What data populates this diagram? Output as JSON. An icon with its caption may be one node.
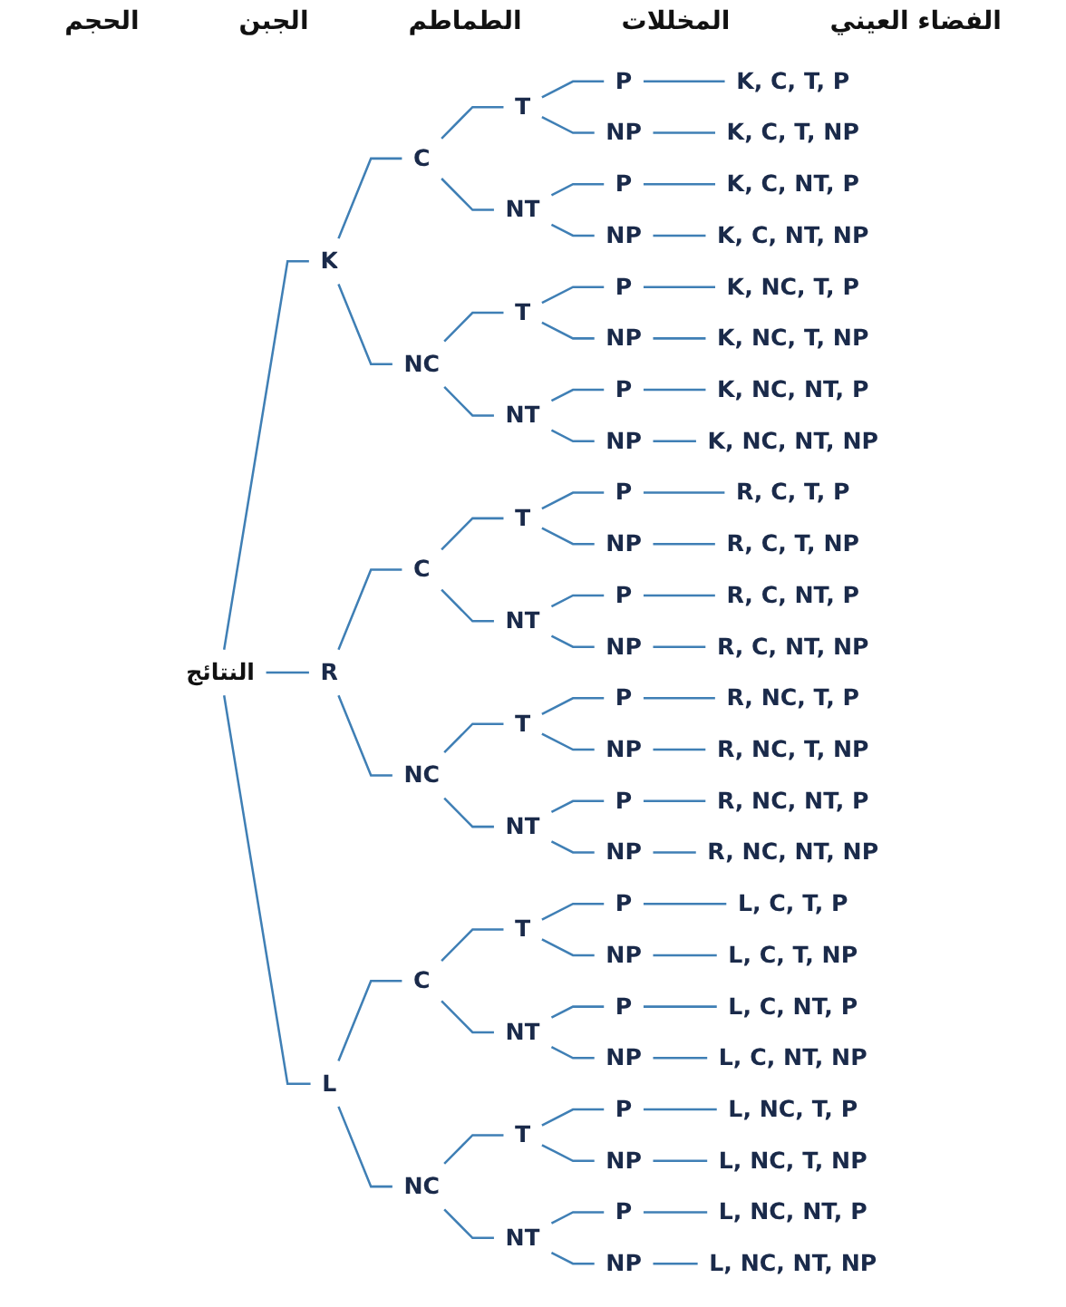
{
  "diagram": {
    "nodes": [
      {
        "text": [
          "النتائج"
        ]
      },
      {
        "text": [
          "K"
        ]
      },
      {
        "text": [
          "C"
        ]
      },
      {
        "text": [
          "T"
        ]
      },
      {
        "text": [
          "P"
        ]
      },
      {
        "text": [
          "K, C, T, P"
        ]
      },
      {
        "text": [
          "NP"
        ]
      },
      {
        "text": [
          "K, C, T, NP"
        ]
      },
      {
        "text": [
          "NT"
        ]
      },
      {
        "text": [
          "P"
        ]
      },
      {
        "text": [
          "K, C, NT, P"
        ]
      },
      {
        "text": [
          "NP"
        ]
      },
      {
        "text": [
          "K, C, NT, NP"
        ]
      },
      {
        "text": [
          "NC"
        ]
      },
      {
        "text": [
          "T"
        ]
      },
      {
        "text": [
          "P"
        ]
      },
      {
        "text": [
          "K, NC, T, P"
        ]
      },
      {
        "text": [
          "NP"
        ]
      },
      {
        "text": [
          "K, NC, T, NP"
        ]
      },
      {
        "text": [
          "NT"
        ]
      },
      {
        "text": [
          "P"
        ]
      },
      {
        "text": [
          "K, NC, NT, P"
        ]
      },
      {
        "text": [
          "NP"
        ]
      },
      {
        "text": [
          "K, NC, NT, NP"
        ]
      },
      {
        "text": [
          "R"
        ]
      },
      {
        "text": [
          "C"
        ]
      },
      {
        "text": [
          "T"
        ]
      },
      {
        "text": [
          "P"
        ]
      },
      {
        "text": [
          "R, C, T, P"
        ]
      },
      {
        "text": [
          "NP"
        ]
      },
      {
        "text": [
          "R, C, T, NP"
        ]
      },
      {
        "text": [
          "NT"
        ]
      },
      {
        "text": [
          "P"
        ]
      },
      {
        "text": [
          "R, C, NT, P"
        ]
      },
      {
        "text": [
          "NP"
        ]
      },
      {
        "text": [
          "R, C, NT, NP"
        ]
      },
      {
        "text": [
          "NC"
        ]
      },
      {
        "text": [
          "T"
        ]
      },
      {
        "text": [
          "P"
        ]
      },
      {
        "text": [
          "R, NC, T, P"
        ]
      },
      {
        "text": [
          "NP"
        ]
      },
      {
        "text": [
          "R, NC, T, NP"
        ]
      },
      {
        "text": [
          "NT"
        ]
      },
      {
        "text": [
          "P"
        ]
      },
      {
        "text": [
          "R, NC, NT, P"
        ]
      },
      {
        "text": [
          "NP"
        ]
      },
      {
        "text": [
          "R, NC, NT, NP"
        ]
      },
      {
        "text": [
          "L"
        ]
      },
      {
        "text": [
          "C"
        ]
      },
      {
        "text": [
          "T"
        ]
      },
      {
        "text": [
          "P"
        ]
      },
      {
        "text": [
          "L, C, T, P"
        ]
      },
      {
        "text": [
          "NP"
        ]
      },
      {
        "text": [
          "L, C, T, NP"
        ]
      },
      {
        "text": [
          "NT"
        ]
      },
      {
        "text": [
          "P"
        ]
      },
      {
        "text": [
          "L, C, NT, P"
        ]
      },
      {
        "text": [
          "NP"
        ]
      },
      {
        "text": [
          "L, C, NT, NP"
        ]
      },
      {
        "text": [
          "NC"
        ]
      },
      {
        "text": [
          "T"
        ]
      },
      {
        "text": [
          "P"
        ]
      },
      {
        "text": [
          "L, NC, T, P"
        ]
      },
      {
        "text": [
          "NP"
        ]
      },
      {
        "text": [
          "L, NC, T, NP"
        ]
      },
      {
        "text": [
          "NT"
        ]
      },
      {
        "text": [
          "P"
        ]
      },
      {
        "text": [
          "L, NC, NT, P"
        ]
      },
      {
        "text": [
          "NP"
        ]
      },
      {
        "text": [
          "L, NC, NT, NP"
        ]
      }
    ],
    "edges": [
      {
        "from": 0,
        "to": 1,
        "arrow": "none"
      },
      {
        "from": 1,
        "to": 2,
        "arrow": "none"
      },
      {
        "from": 2,
        "to": 3,
        "arrow": "none"
      },
      {
        "from": 3,
        "to": 4,
        "arrow": "none"
      },
      {
        "from": 4,
        "to": 5,
        "arrow": "none"
      },
      {
        "from": 3,
        "to": 6,
        "arrow": "none"
      },
      {
        "from": 6,
        "to": 7,
        "arrow": "none"
      },
      {
        "from": 2,
        "to": 8,
        "arrow": "none"
      },
      {
        "from": 8,
        "to": 9,
        "arrow": "none"
      },
      {
        "from": 9,
        "to": 10,
        "arrow": "none"
      },
      {
        "from": 8,
        "to": 11,
        "arrow": "none"
      },
      {
        "from": 11,
        "to": 12,
        "arrow": "none"
      },
      {
        "from": 1,
        "to": 13,
        "arrow": "none"
      },
      {
        "from": 13,
        "to": 14,
        "arrow": "none"
      },
      {
        "from": 14,
        "to": 15,
        "arrow": "none"
      },
      {
        "from": 15,
        "to": 16,
        "arrow": "none"
      },
      {
        "from": 14,
        "to": 17,
        "arrow": "none"
      },
      {
        "from": 17,
        "to": 18,
        "arrow": "none"
      },
      {
        "from": 13,
        "to": 19,
        "arrow": "none"
      },
      {
        "from": 19,
        "to": 20,
        "arrow": "none"
      },
      {
        "from": 20,
        "to": 21,
        "arrow": "none"
      },
      {
        "from": 19,
        "to": 22,
        "arrow": "none"
      },
      {
        "from": 22,
        "to": 23,
        "arrow": "none"
      },
      {
        "from": 0,
        "to": 24,
        "arrow": "none"
      },
      {
        "from": 24,
        "to": 25,
        "arrow": "none"
      },
      {
        "from": 25,
        "to": 26,
        "arrow": "none"
      },
      {
        "from": 26,
        "to": 27,
        "arrow": "none"
      },
      {
        "from": 27,
        "to": 28,
        "arrow": "none"
      },
      {
        "from": 26,
        "to": 29,
        "arrow": "none"
      },
      {
        "from": 29,
        "to": 30,
        "arrow": "none"
      },
      {
        "from": 25,
        "to": 31,
        "arrow": "none"
      },
      {
        "from": 31,
        "to": 32,
        "arrow": "none"
      },
      {
        "from": 32,
        "to": 33,
        "arrow": "none"
      },
      {
        "from": 31,
        "to": 34,
        "arrow": "none"
      },
      {
        "from": 34,
        "to": 35,
        "arrow": "none"
      },
      {
        "from": 24,
        "to": 36,
        "arrow": "none"
      },
      {
        "from": 36,
        "to": 37,
        "arrow": "none"
      },
      {
        "from": 37,
        "to": 38,
        "arrow": "none"
      },
      {
        "from": 38,
        "to": 39,
        "arrow": "none"
      },
      {
        "from": 37,
        "to": 40,
        "arrow": "none"
      },
      {
        "from": 40,
        "to": 41,
        "arrow": "none"
      },
      {
        "from": 36,
        "to": 42,
        "arrow": "none"
      },
      {
        "from": 42,
        "to": 43,
        "arrow": "none"
      },
      {
        "from": 43,
        "to": 44,
        "arrow": "none"
      },
      {
        "from": 42,
        "to": 45,
        "arrow": "none"
      },
      {
        "from": 45,
        "to": 46,
        "arrow": "none"
      },
      {
        "from": 0,
        "to": 47,
        "arrow": "none"
      },
      {
        "from": 47,
        "to": 48,
        "arrow": "none"
      },
      {
        "from": 48,
        "to": 49,
        "arrow": "none"
      },
      {
        "from": 49,
        "to": 50,
        "arrow": "none"
      },
      {
        "from": 50,
        "to": 51,
        "arrow": "none"
      },
      {
        "from": 49,
        "to": 52,
        "arrow": "none"
      },
      {
        "from": 52,
        "to": 53,
        "arrow": "none"
      },
      {
        "from": 48,
        "to": 54,
        "arrow": "none"
      },
      {
        "from": 54,
        "to": 55,
        "arrow": "none"
      },
      {
        "from": 55,
        "to": 56,
        "arrow": "none"
      },
      {
        "from": 54,
        "to": 57,
        "arrow": "none"
      },
      {
        "from": 57,
        "to": 58,
        "arrow": "none"
      },
      {
        "from": 47,
        "to": 59,
        "arrow": "none"
      },
      {
        "from": 59,
        "to": 60,
        "arrow": "none"
      },
      {
        "from": 60,
        "to": 61,
        "arrow": "none"
      },
      {
        "from": 61,
        "to": 62,
        "arrow": "none"
      },
      {
        "from": 60,
        "to": 63,
        "arrow": "none"
      },
      {
        "from": 63,
        "to": 64,
        "arrow": "none"
      },
      {
        "from": 59,
        "to": 65,
        "arrow": "none"
      },
      {
        "from": 65,
        "to": 66,
        "arrow": "none"
      },
      {
        "from": 66,
        "to": 67,
        "arrow": "none"
      },
      {
        "from": 65,
        "to": 68,
        "arrow": "none"
      },
      {
        "from": 68,
        "to": 69,
        "arrow": "none"
      }
    ],
    "labels": [
      "الفضاء العيني",
      "المخللات",
      "الطماطم",
      "الجبن",
      "الحجم"
    ]
  }
}
